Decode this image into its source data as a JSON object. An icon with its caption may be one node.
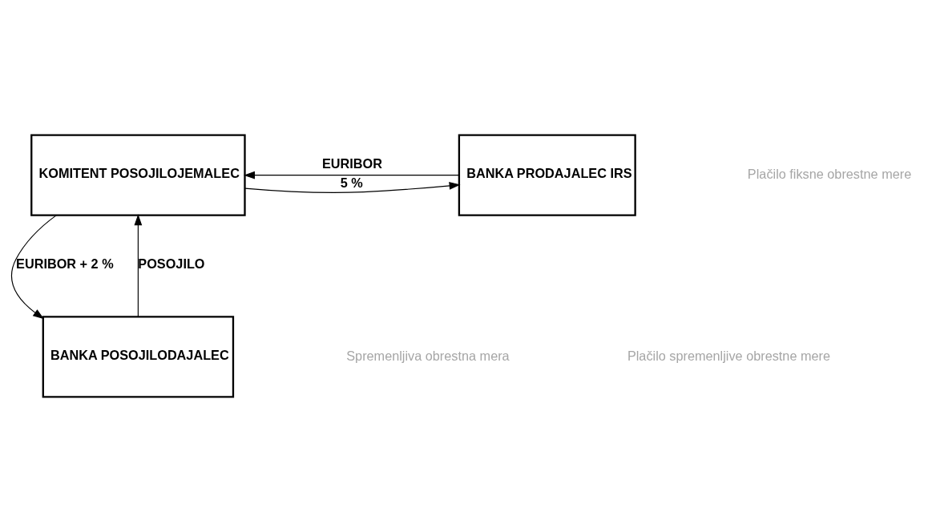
{
  "diagram": {
    "nodes": [
      {
        "text": [
          "KOMITENT POSOJILOJEMALEC"
        ]
      },
      {
        "text": [
          "BANKA PRODAJALEC IRS"
        ]
      },
      {
        "text": [
          "BANKA POSOJILODAJALEC"
        ]
      }
    ],
    "edges": [
      {
        "from": 0,
        "to": 1,
        "arrow": "to",
        "label": "5 %"
      },
      {
        "from": 1,
        "to": 0,
        "arrow": "to",
        "label": "EURIBOR"
      },
      {
        "from": 2,
        "to": 0,
        "arrow": "to",
        "label": "POSOJILO"
      },
      {
        "from": 0,
        "to": 2,
        "arrow": "to",
        "label": "EURIBOR + 2 %"
      }
    ],
    "labels": [
      "Plačilo fiksne obrestne mere",
      "Spremenljiva obrestna mera",
      "Plačilo spremenljive obrestne mere"
    ]
  }
}
